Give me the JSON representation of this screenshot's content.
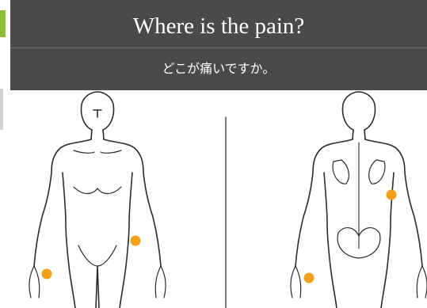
{
  "header": {
    "title": "Where is the pain?",
    "subtitle": "どこが痛いですか。"
  },
  "colors": {
    "header_bg": "#4a4a4a",
    "accent_green": "#8bbf3a",
    "pain_marker": "#f2a01b",
    "outline": "#2b2b2b"
  },
  "figures": [
    {
      "name": "front-view",
      "markers": 2
    },
    {
      "name": "back-view",
      "markers": 2
    }
  ]
}
